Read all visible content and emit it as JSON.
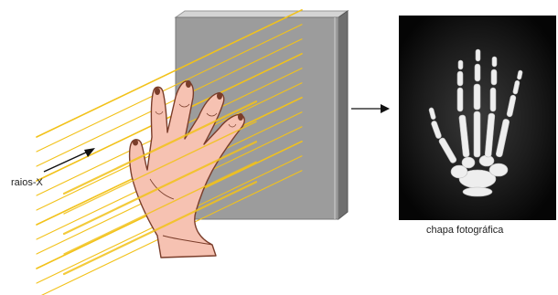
{
  "labels": {
    "rays": "raios-X",
    "film": "chapa fotográfica"
  },
  "colors": {
    "ray": "#f2c21a",
    "plate_front": "#9c9c9c",
    "plate_side": "#6f6f6f",
    "skin": "#f6c2b2",
    "skin_outline": "#7a3d2a",
    "film_bg": "#111111",
    "bone": "#eeeeee"
  },
  "icons": [
    "xray-plate",
    "hand-illustration",
    "arrow-right-icon",
    "arrow-diagonal-icon",
    "xray-hand-bones"
  ]
}
